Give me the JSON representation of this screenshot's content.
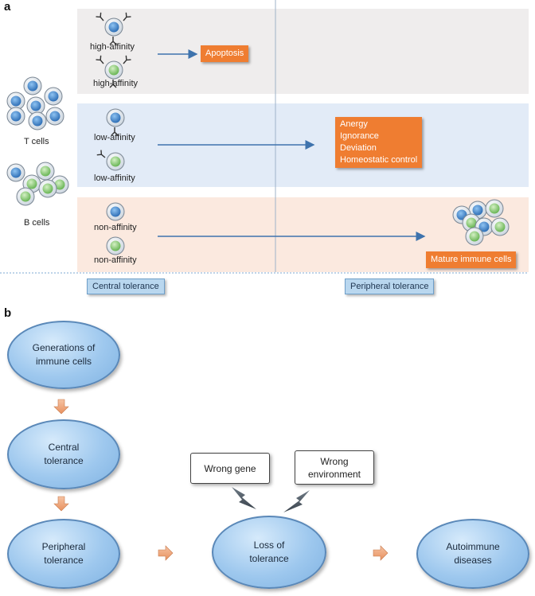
{
  "panel_a": {
    "label": "a",
    "cells": {
      "t_label": "T cells",
      "b_label": "B cells"
    },
    "rows": [
      {
        "label_1": "high-affinity",
        "label_2": "high-affinity",
        "outcome": "Apoptosis"
      },
      {
        "label_1": "low-affinity",
        "label_2": "low-affinity",
        "outcome_lines": [
          "Anergy",
          "Ignorance",
          "Deviation",
          "Homeostatic control"
        ]
      },
      {
        "label_1": "non-affinity",
        "label_2": "non-affinity",
        "outcome": "Mature immune cells"
      }
    ],
    "stages": {
      "central": "Central tolerance",
      "peripheral": "Peripheral tolerance"
    }
  },
  "panel_b": {
    "label": "b",
    "nodes": {
      "generations": "Generations of\nimmune cells",
      "central": "Central\ntolerance",
      "peripheral": "Peripheral\ntolerance",
      "loss": "Loss of\ntolerance",
      "autoimmune": "Autoimmune\ndiseases"
    },
    "factors": {
      "gene": "Wrong gene",
      "environment": "Wrong\nenvironment"
    }
  },
  "colors": {
    "band_high": "#efeded",
    "band_low": "#e2ebf7",
    "band_non": "#fbe9df",
    "accent_orange": "#ef7d31",
    "arrow_blue": "#3e73ad",
    "t_cell_nucleus": "#3f86d1",
    "b_cell_nucleus": "#8fd07a",
    "block_arrow": "#f0a77d"
  }
}
